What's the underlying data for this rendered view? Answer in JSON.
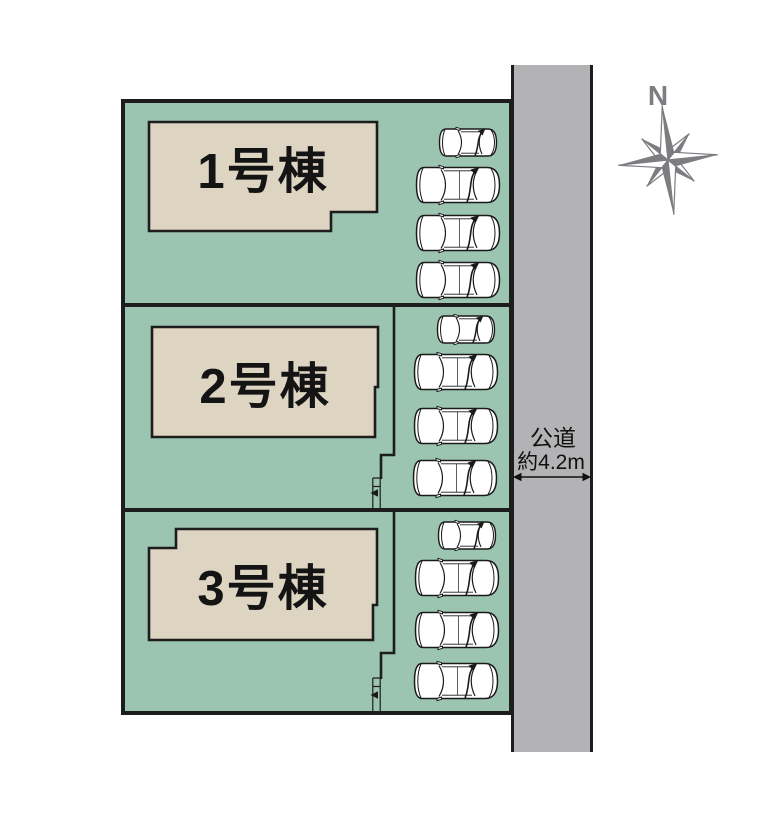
{
  "plan": {
    "lots": [
      {
        "building_label": "1号棟",
        "parking_spaces": 4,
        "cars": [
          "compact",
          "sedan",
          "sedan",
          "sedan"
        ]
      },
      {
        "building_label": "2号棟",
        "parking_spaces": 4,
        "cars": [
          "compact",
          "sedan",
          "sedan",
          "sedan"
        ]
      },
      {
        "building_label": "3号棟",
        "parking_spaces": 4,
        "cars": [
          "compact",
          "sedan",
          "sedan",
          "sedan"
        ]
      }
    ],
    "road": {
      "type_label": "公道",
      "width_label": "約4.2m"
    },
    "compass": {
      "north_label": "N"
    },
    "colors": {
      "lot_green": "#9cc5b1",
      "building_beige": "#ddd4c2",
      "road_gray": "#b3b3b5",
      "outline_black": "#1d1d1d",
      "compass_gray": "#7d7d81"
    },
    "icons": [
      "car-icon",
      "compass-rose-icon",
      "road-width-arrow-icon",
      "entrance-arrow-icon"
    ]
  }
}
